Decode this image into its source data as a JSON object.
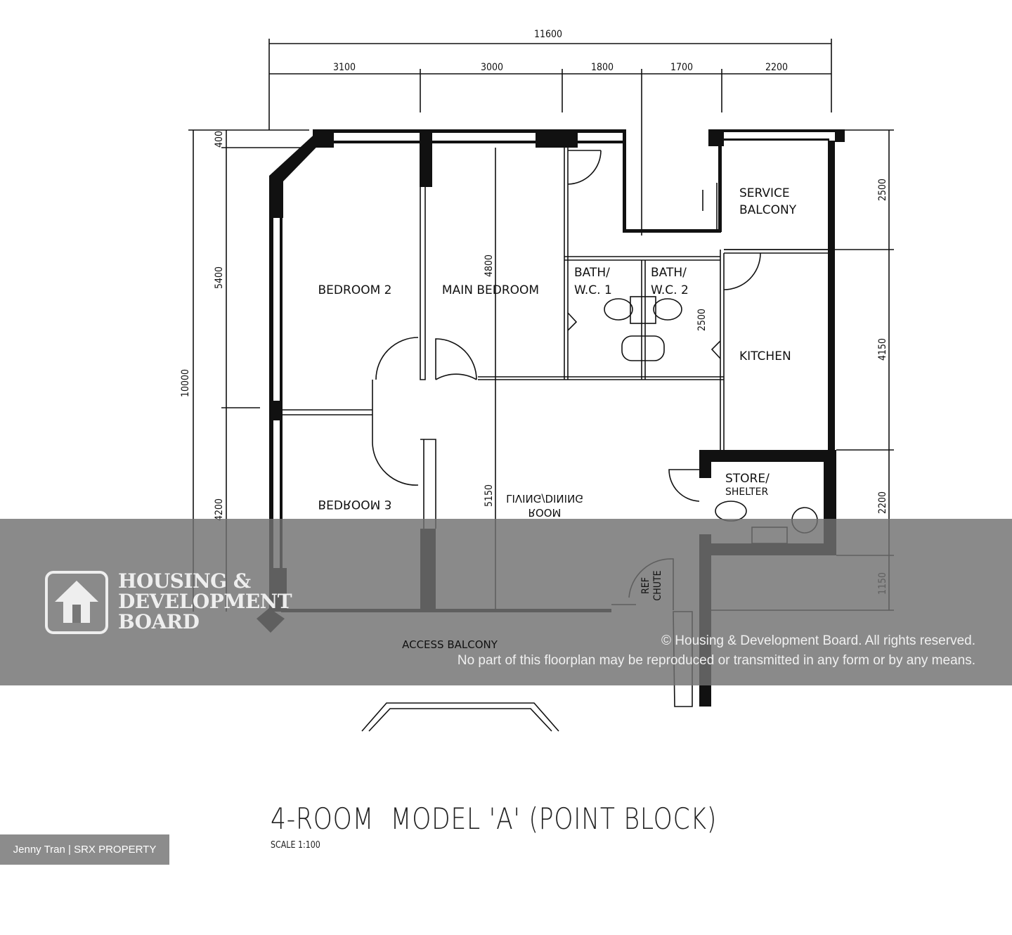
{
  "plan": {
    "title": "4-ROOM  MODEL 'A' (POINT BLOCK)",
    "scale": "SCALE  1:100",
    "dimensions_top": {
      "overall": "11600",
      "segments": [
        "3100",
        "3000",
        "1800",
        "1700",
        "2200"
      ]
    },
    "dimensions_left": {
      "overall": "10000",
      "segments": [
        "400",
        "5400",
        "4200"
      ]
    },
    "dimensions_right": [
      "2500",
      "4150",
      "2200",
      "1150"
    ],
    "dimensions_internal": {
      "main_bedroom": "4800",
      "bath": "2500",
      "living": "5150"
    },
    "rooms": {
      "bedroom2": "BEDROOM 2",
      "main_bedroom": "MAIN BEDROOM",
      "bath1": [
        "BATH/",
        "W.C. 1"
      ],
      "bath2": [
        "BATH/",
        "W.C. 2"
      ],
      "service_balcony": [
        "SERVICE",
        "BALCONY"
      ],
      "kitchen": "KITCHEN",
      "store": [
        "STORE/",
        "SHELTER"
      ],
      "bedroom3": "BEDROOM 3",
      "living": [
        "LIVING/DINING",
        "ROOM"
      ],
      "refuse": [
        "REF",
        "CHUTE"
      ],
      "access_balcony": "ACCESS BALCONY"
    }
  },
  "watermark": {
    "logo_lines": [
      "HOUSING &",
      "DEVELOPMENT",
      "BOARD"
    ],
    "copyright_line1": "© Housing & Development Board. All rights reserved.",
    "copyright_line2": "No part of this floorplan may be reproduced or transmitted in any form or by any means."
  },
  "credit": "Jenny Tran | SRX PROPERTY"
}
